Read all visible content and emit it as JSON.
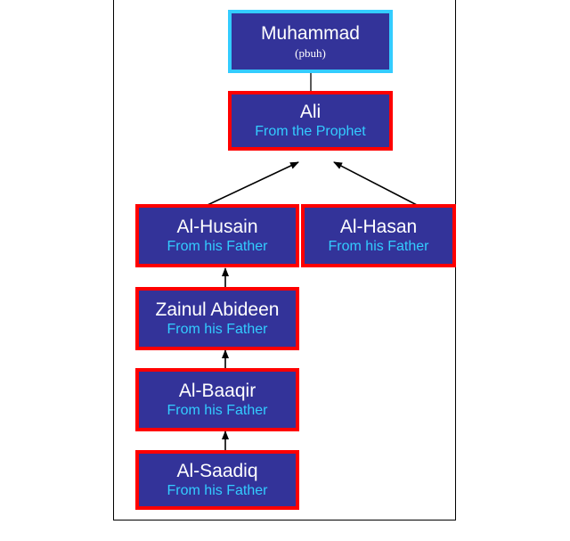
{
  "diagram": {
    "nodes": [
      {
        "id": "muhammad",
        "name": "Muhammad",
        "subtitle": "(pbuh)"
      },
      {
        "id": "ali",
        "name": "Ali",
        "subtitle": "From the Prophet"
      },
      {
        "id": "al-husain",
        "name": "Al-Husain",
        "subtitle": "From his Father"
      },
      {
        "id": "al-hasan",
        "name": "Al-Hasan",
        "subtitle": "From his Father"
      },
      {
        "id": "zainul-abideen",
        "name": "Zainul Abideen",
        "subtitle": "From his Father"
      },
      {
        "id": "al-baaqir",
        "name": "Al-Baaqir",
        "subtitle": "From his Father"
      },
      {
        "id": "al-saadiq",
        "name": "Al-Saadiq",
        "subtitle": "From his Father"
      }
    ],
    "edges": [
      {
        "from": "ali",
        "to": "muhammad",
        "arrow": false
      },
      {
        "from": "al-husain",
        "to": "ali",
        "arrow": true
      },
      {
        "from": "al-hasan",
        "to": "ali",
        "arrow": true
      },
      {
        "from": "zainul-abideen",
        "to": "al-husain",
        "arrow": true
      },
      {
        "from": "al-baaqir",
        "to": "zainul-abideen",
        "arrow": true
      },
      {
        "from": "al-saadiq",
        "to": "al-baaqir",
        "arrow": true
      }
    ],
    "colors": {
      "box_fill": "#333399",
      "box_border": "#ff0000",
      "root_border": "#33ccff",
      "name_text": "#ffffff",
      "subtitle_text": "#33ccff",
      "connector": "#000000"
    }
  }
}
